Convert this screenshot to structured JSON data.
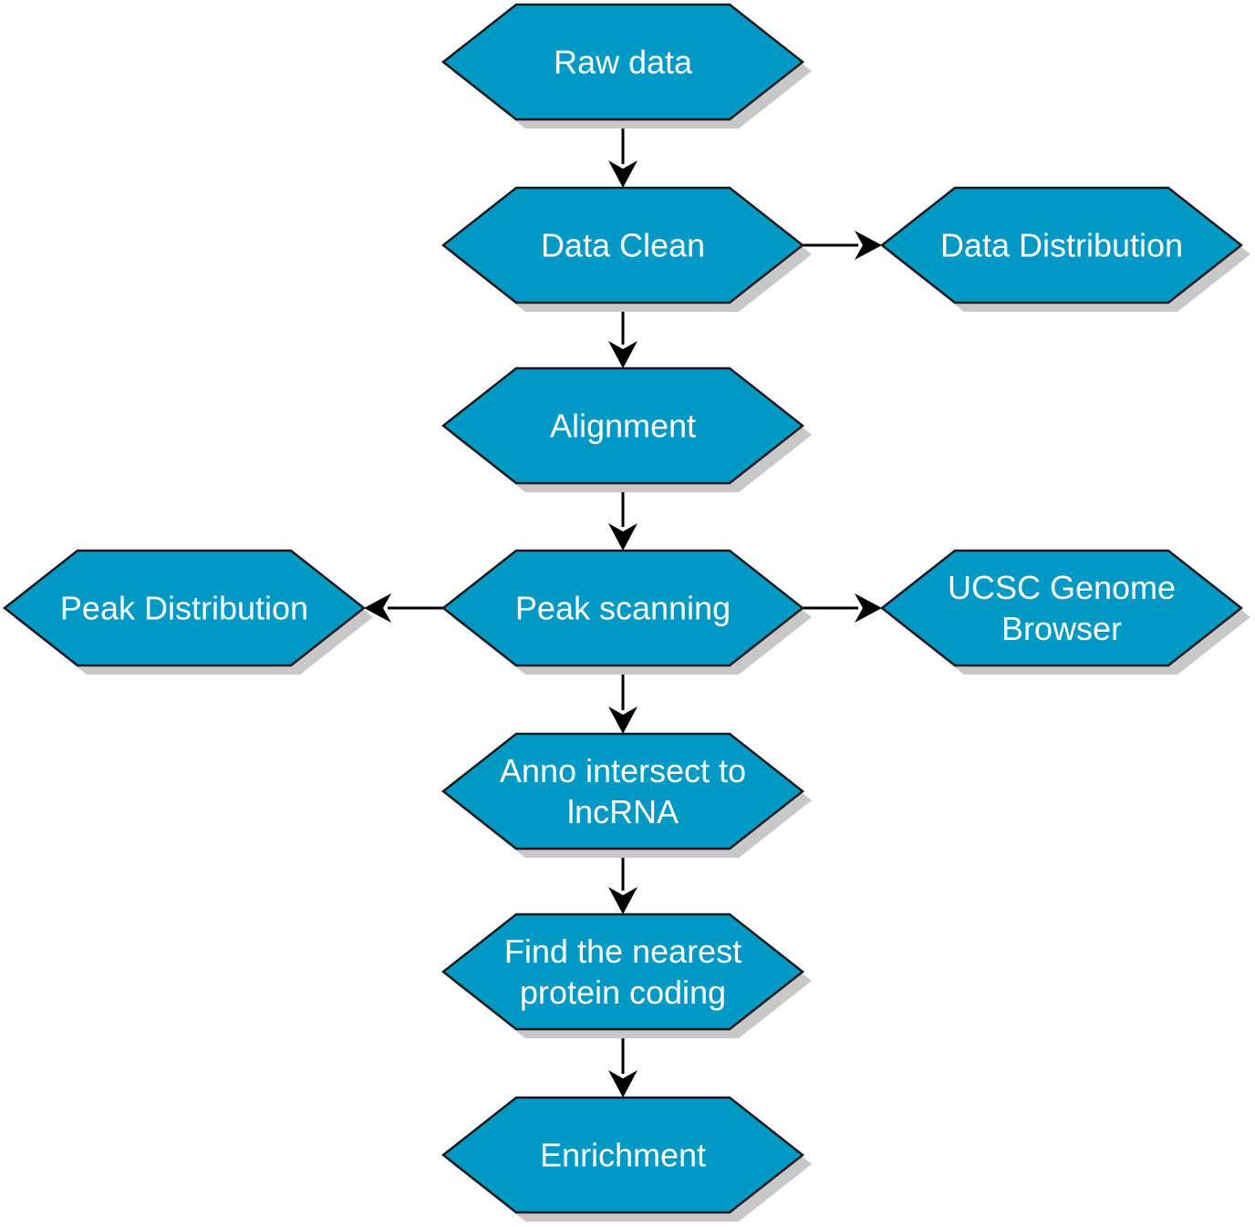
{
  "diagram": {
    "colors": {
      "node_fill": "#0099c6",
      "node_stroke": "#1a1a1a",
      "shadow": "#c8c8c8",
      "text": "#ffffff",
      "edge": "#000000"
    },
    "nodes": [
      {
        "id": "raw-data",
        "lines": [
          "Raw data"
        ]
      },
      {
        "id": "data-clean",
        "lines": [
          "Data Clean"
        ]
      },
      {
        "id": "data-distribution",
        "lines": [
          "Data Distribution"
        ]
      },
      {
        "id": "alignment",
        "lines": [
          "Alignment"
        ]
      },
      {
        "id": "peak-scanning",
        "lines": [
          "Peak scanning"
        ]
      },
      {
        "id": "peak-distribution",
        "lines": [
          "Peak Distribution"
        ]
      },
      {
        "id": "ucsc-genome-browser",
        "lines": [
          "UCSC Genome",
          "Browser"
        ]
      },
      {
        "id": "anno-intersect",
        "lines": [
          "Anno intersect to",
          "lncRNA"
        ]
      },
      {
        "id": "find-nearest",
        "lines": [
          "Find the nearest",
          "protein coding"
        ]
      },
      {
        "id": "enrichment",
        "lines": [
          "Enrichment"
        ]
      }
    ],
    "edges": [
      {
        "from": "raw-data",
        "to": "data-clean"
      },
      {
        "from": "data-clean",
        "to": "data-distribution"
      },
      {
        "from": "data-clean",
        "to": "alignment"
      },
      {
        "from": "alignment",
        "to": "peak-scanning"
      },
      {
        "from": "peak-scanning",
        "to": "peak-distribution"
      },
      {
        "from": "peak-scanning",
        "to": "ucsc-genome-browser"
      },
      {
        "from": "peak-scanning",
        "to": "anno-intersect"
      },
      {
        "from": "anno-intersect",
        "to": "find-nearest"
      },
      {
        "from": "find-nearest",
        "to": "enrichment"
      }
    ]
  }
}
